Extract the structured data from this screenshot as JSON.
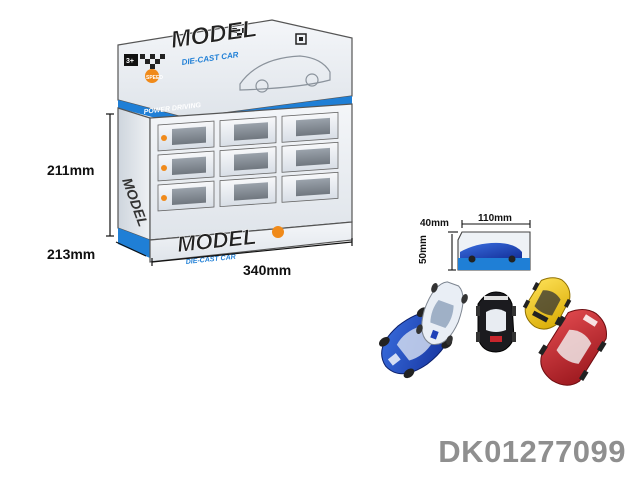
{
  "display_box": {
    "brand_title": "MODEL",
    "brand_subtitle": "DIE-CAST CAR",
    "banner_text": "POWER DRIVING",
    "age_badge": "3+",
    "speed_badge": "SPEED"
  },
  "dimensions": {
    "height": "211mm",
    "depth": "213mm",
    "width": "340mm"
  },
  "single_pack": {
    "depth": "40mm",
    "width": "110mm",
    "height": "50mm"
  },
  "colors": {
    "box_blue": "#1f7fd6",
    "car_blue": "#1e40b8",
    "car_white": "#e9eef5",
    "car_black": "#1b1b1f",
    "car_yellow": "#f2cc16",
    "car_red": "#c8252c",
    "sku_gray": "#8f8f8f"
  },
  "product_code": "DK01277099"
}
